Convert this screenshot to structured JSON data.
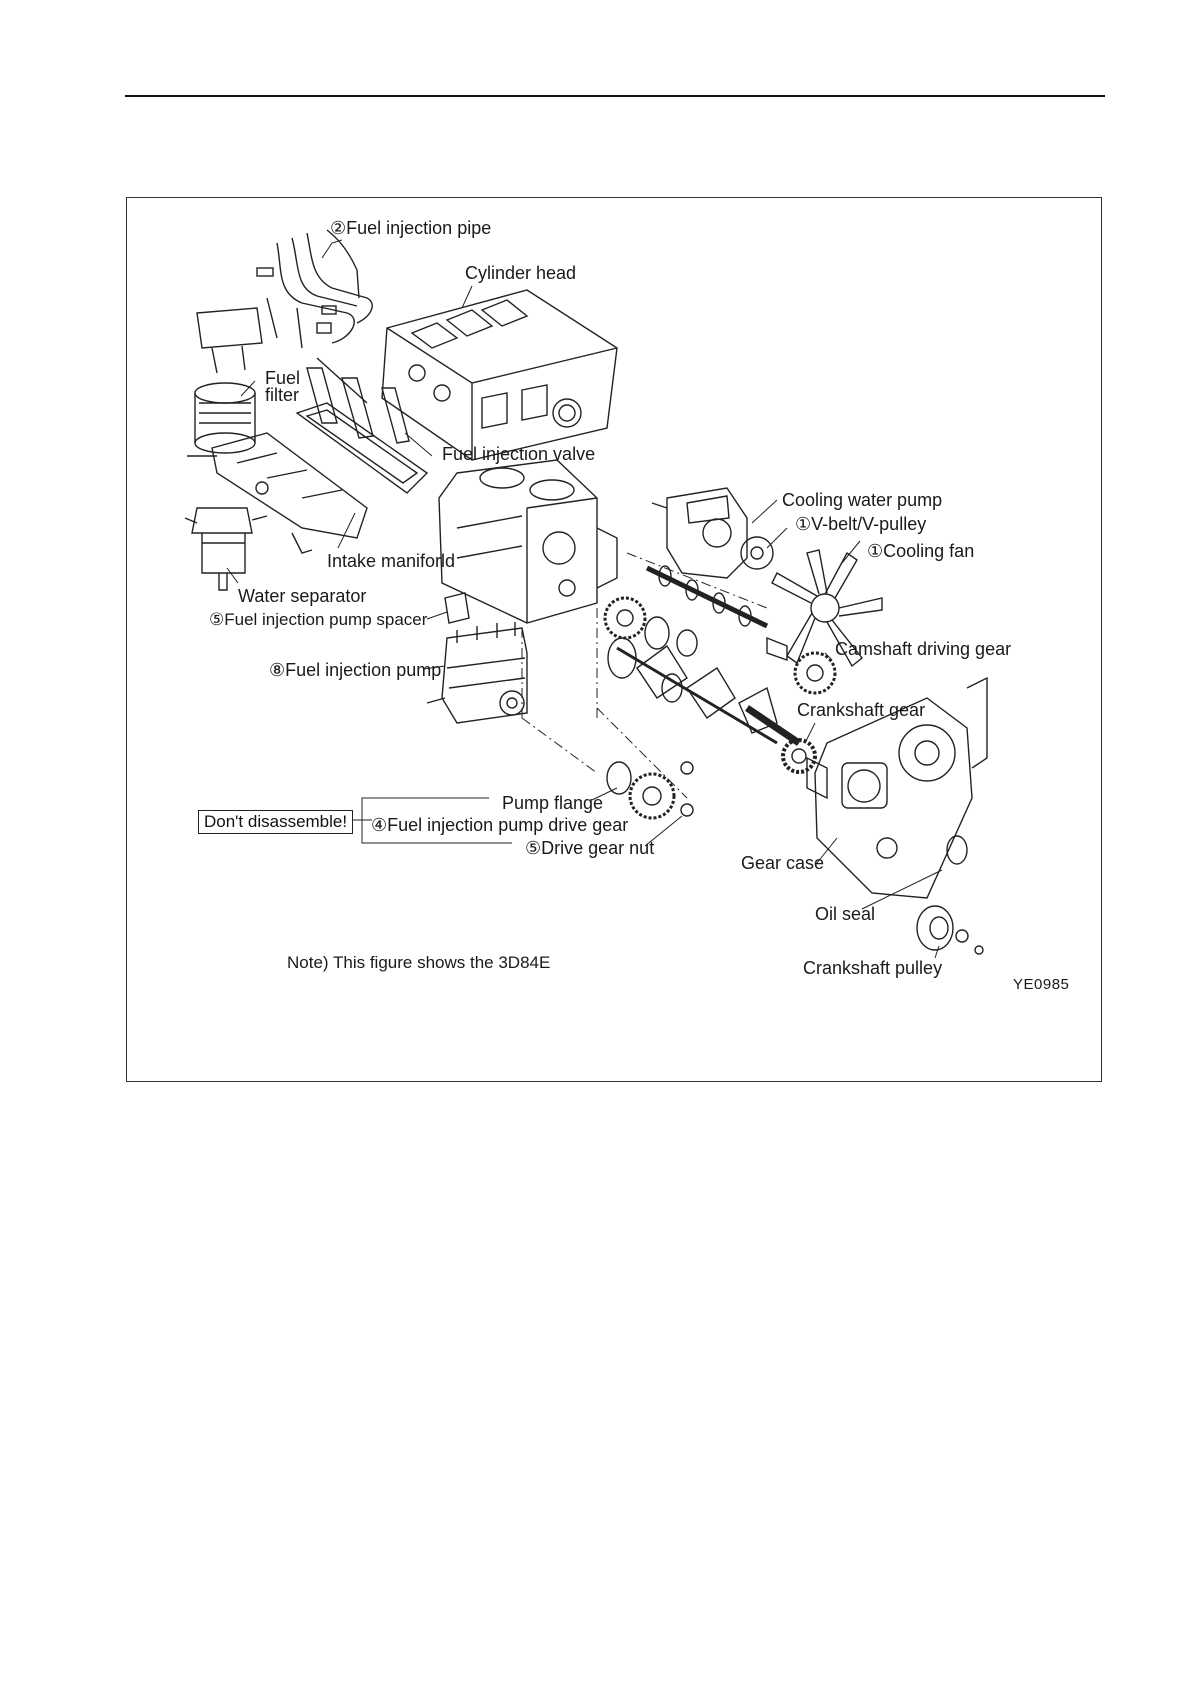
{
  "labels": {
    "fuel_injection_pipe": "②Fuel injection pipe",
    "cylinder_head": "Cylinder head",
    "fuel_filter_l1": "Fuel",
    "fuel_filter_l2": "filter",
    "fuel_injection_valve": "Fuel injection valve",
    "cooling_water_pump": "Cooling water pump",
    "v_belt": "①V-belt/V-pulley",
    "cooling_fan": "①Cooling fan",
    "intake_manifold": "Intake maniforld",
    "water_separator": "Water separator",
    "pump_spacer": "⑤Fuel injection pump spacer",
    "injection_pump": "⑧Fuel injection pump",
    "camshaft_gear": "Camshaft driving gear",
    "crankshaft_gear": "Crankshaft gear",
    "pump_flange": "Pump flange",
    "pump_drive_gear": "④Fuel injection pump drive gear",
    "drive_gear_nut": "⑤Drive gear nut",
    "dont_disassemble": "Don't disassemble!",
    "gear_case": "Gear case",
    "oil_seal": "Oil seal",
    "crankshaft_pulley": "Crankshaft pulley"
  },
  "note": "Note) This figure shows the 3D84E",
  "figure_code": "YE0985"
}
